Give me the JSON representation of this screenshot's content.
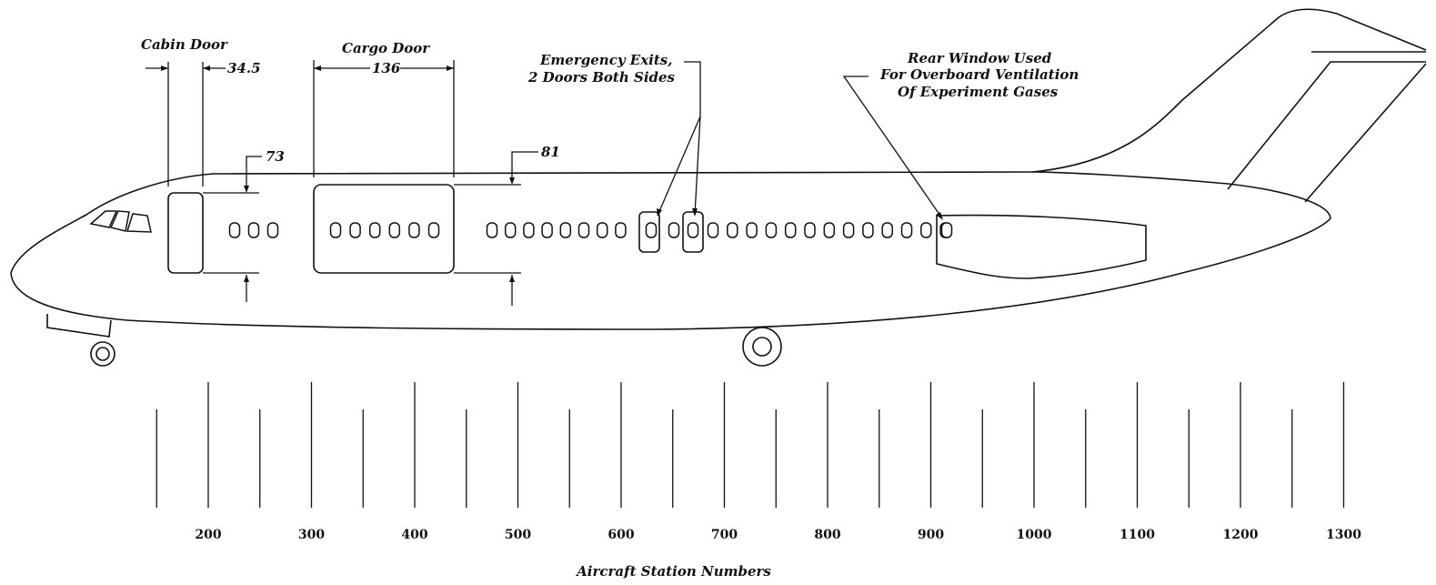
{
  "labels": {
    "cabin_door": "Cabin Door",
    "cabin_door_width": "34.5",
    "cargo_door": "Cargo Door",
    "cargo_door_width": "136",
    "cabin_door_height": "73",
    "cargo_door_height": "81",
    "emergency_exits_line1": "Emergency Exits,",
    "emergency_exits_line2": "2 Doors Both Sides",
    "rear_window_line1": "Rear Window Used",
    "rear_window_line2": "For Overboard Ventilation",
    "rear_window_line3": "Of Experiment Gases"
  },
  "scale": {
    "title": "Aircraft Station Numbers",
    "major_labels": [
      "200",
      "300",
      "400",
      "500",
      "600",
      "700",
      "800",
      "900",
      "1000",
      "1100",
      "1200",
      "1300"
    ]
  }
}
